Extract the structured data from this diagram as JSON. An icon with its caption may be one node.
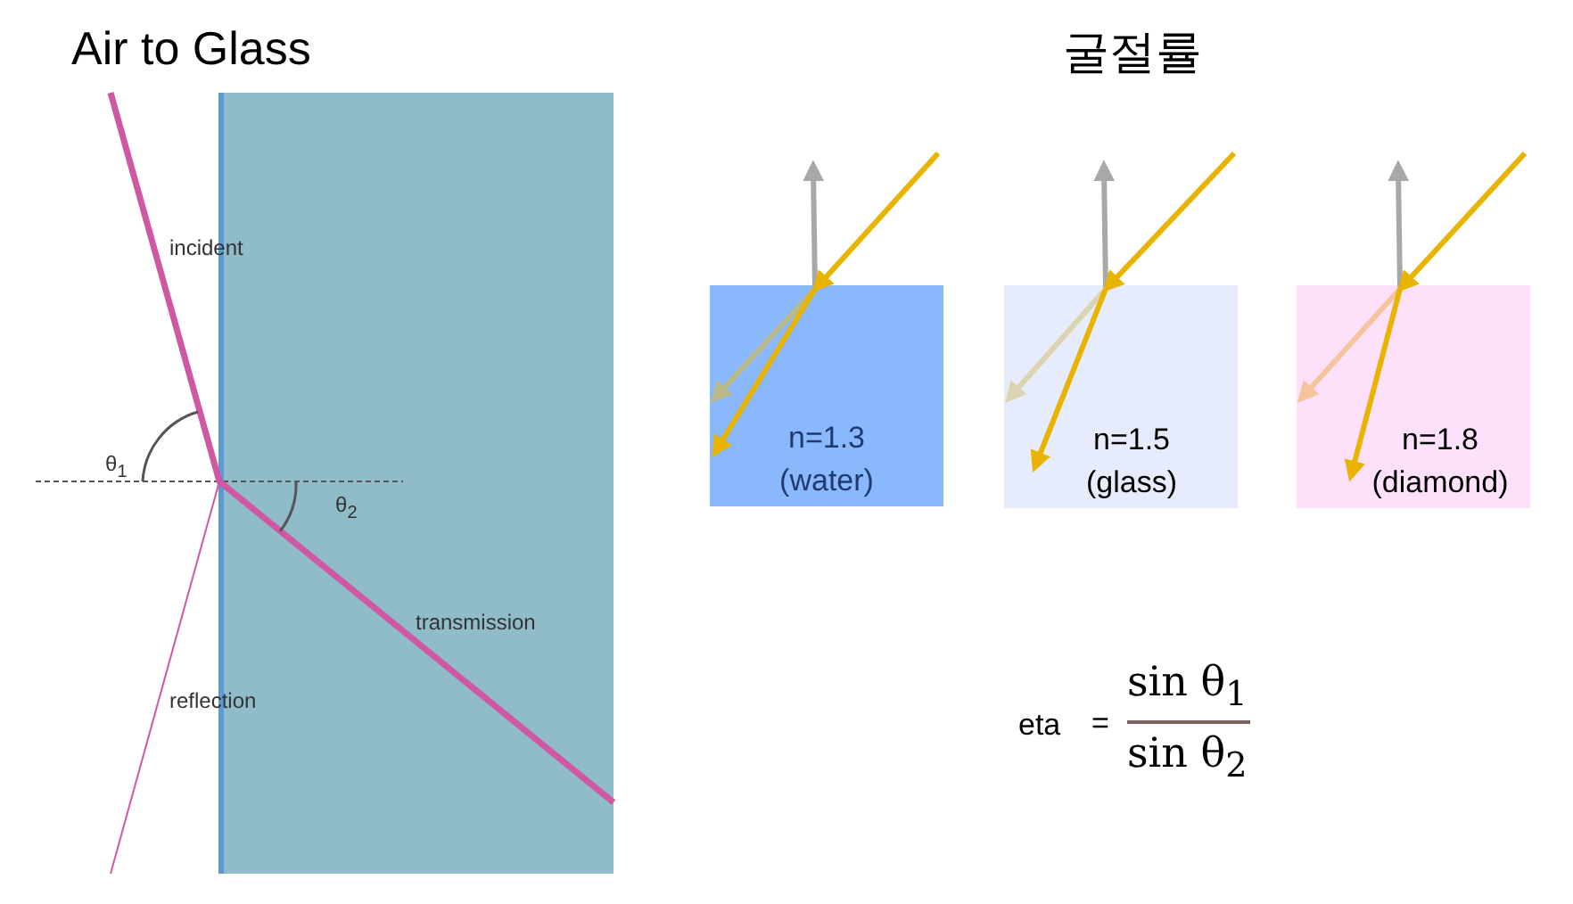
{
  "diagram": {
    "nodes": [
      {
        "text": [],
        "shape": "box"
      },
      {
        "text": [
          "n=1.3 (water)"
        ]
      },
      {
        "text": [
          "n=1.5 (glass)"
        ]
      },
      {
        "text": [
          "n=1.8 (diamond)"
        ]
      }
    ],
    "labels": [
      "Air to Glass",
      "굴절률",
      "incident",
      "θ$_{1}$",
      "θ$_{2}$",
      "transmission",
      "reflection",
      "eta",
      "=",
      "sin θ$_{1}$",
      "sin θ$_{2}$"
    ]
  }
}
